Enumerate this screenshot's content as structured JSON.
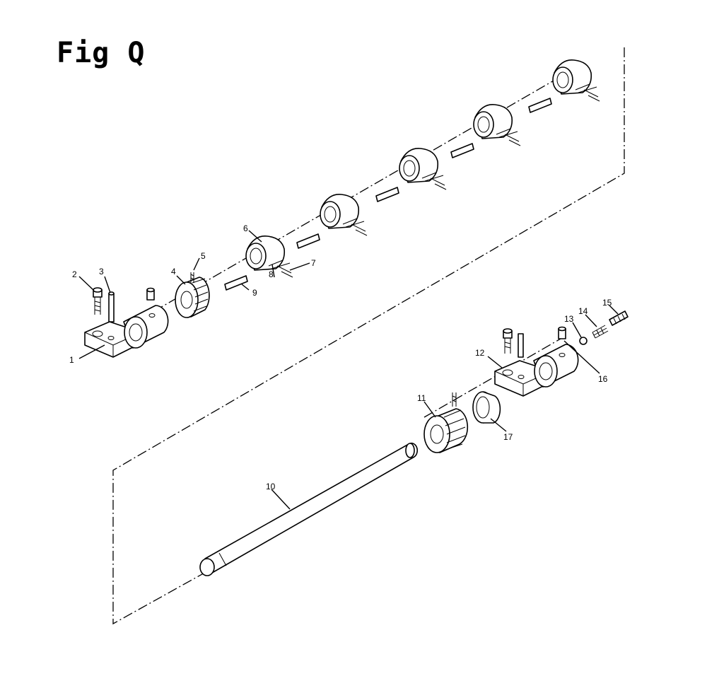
{
  "figure": {
    "title": "Fig Q",
    "callouts": [
      "1",
      "2",
      "3",
      "4",
      "5",
      "6",
      "7",
      "8",
      "9",
      "10",
      "11",
      "12",
      "13",
      "14",
      "15",
      "16",
      "17"
    ]
  }
}
